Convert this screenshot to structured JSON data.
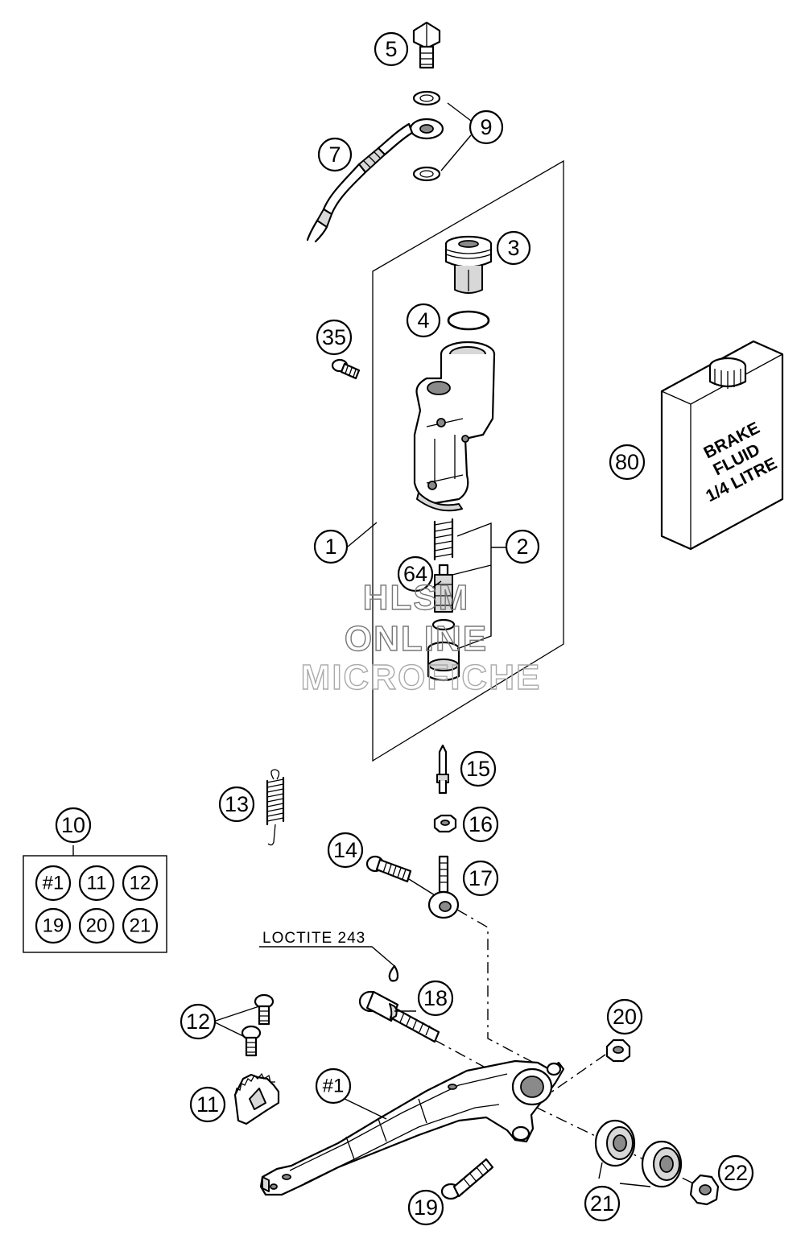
{
  "callouts": {
    "c5": "5",
    "c9": "9",
    "c7": "7",
    "c3": "3",
    "c4": "4",
    "c35": "35",
    "c80": "80",
    "c1": "1",
    "c2": "2",
    "c64": "64",
    "c15": "15",
    "c13": "13",
    "c16": "16",
    "c14": "14",
    "c17": "17",
    "c10": "10",
    "c18": "18",
    "c12": "12",
    "c20": "20",
    "c11": "11",
    "c_h1": "#1",
    "c22": "22",
    "c21": "21",
    "c19": "19"
  },
  "kit_box": {
    "items": [
      "#1",
      "11",
      "12",
      "19",
      "20",
      "21"
    ]
  },
  "loctite_label": "LOCTITE 243",
  "fluid_jug": {
    "lines": [
      "BRAKE",
      "FLUID",
      "1/4 LITRE"
    ]
  },
  "watermark": {
    "lines": [
      "HLSM",
      "ONLINE",
      "MICROFICHE"
    ]
  }
}
